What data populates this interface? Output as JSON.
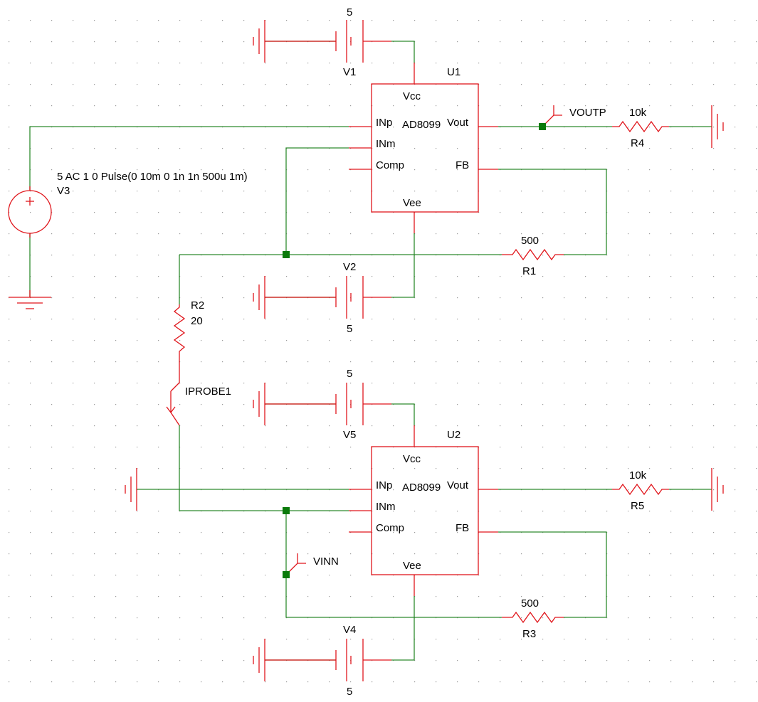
{
  "colors": {
    "wire": "#2e8b2e",
    "component": "#e0161c",
    "junction": "#0a7a0a",
    "grid_dot": "#9a9a9a",
    "background": "#ffffff"
  },
  "components": {
    "U1": {
      "ref": "U1",
      "part": "AD8099",
      "pins": {
        "vcc": "Vcc",
        "inp": "INp",
        "inm": "INm",
        "comp": "Comp",
        "vout": "Vout",
        "fb": "FB",
        "vee": "Vee"
      }
    },
    "U2": {
      "ref": "U2",
      "part": "AD8099",
      "pins": {
        "vcc": "Vcc",
        "inp": "INp",
        "inm": "INm",
        "comp": "Comp",
        "vout": "Vout",
        "fb": "FB",
        "vee": "Vee"
      }
    },
    "V1": {
      "ref": "V1",
      "value": "5"
    },
    "V2": {
      "ref": "V2",
      "value": "5"
    },
    "V4": {
      "ref": "V4",
      "value": "5"
    },
    "V5": {
      "ref": "V5",
      "value": "5"
    },
    "V3": {
      "ref": "V3",
      "value": "5 AC 1 0 Pulse(0 10m 0 1n 1n 500u 1m)"
    },
    "R1": {
      "ref": "R1",
      "value": "500"
    },
    "R2": {
      "ref": "R2",
      "value": "20"
    },
    "R3": {
      "ref": "R3",
      "value": "500"
    },
    "R4": {
      "ref": "R4",
      "value": "10k"
    },
    "R5": {
      "ref": "R5",
      "value": "10k"
    },
    "IPROBE1": {
      "ref": "IPROBE1"
    }
  },
  "net_labels": {
    "voutp": "VOUTP",
    "vinn": "VINN"
  }
}
